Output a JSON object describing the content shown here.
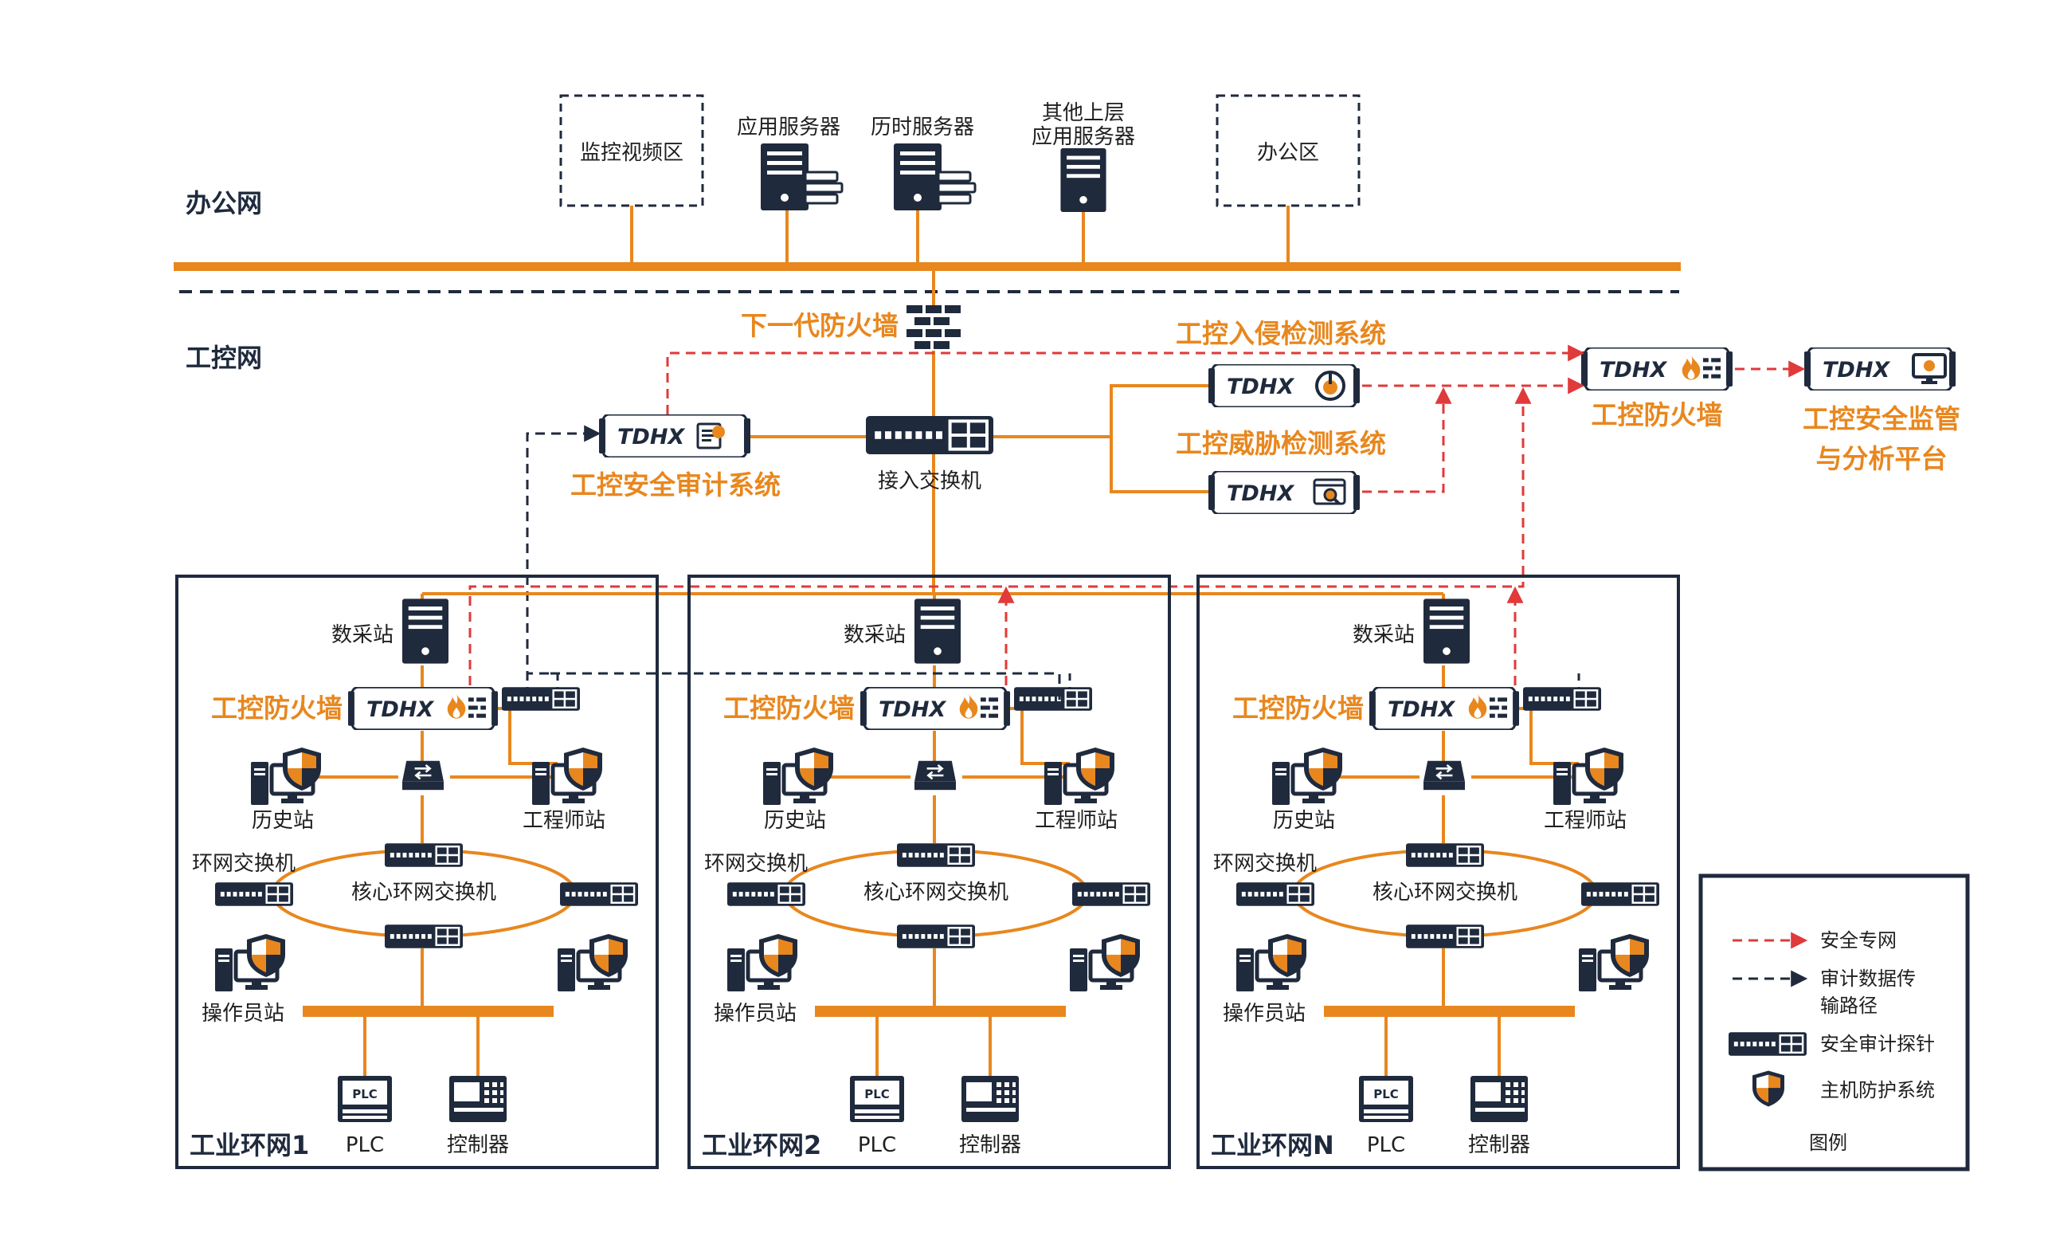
{
  "colors": {
    "orange": "#e8871e",
    "navy": "#1f2a3d",
    "red_dash": "#e03a3a"
  },
  "office": {
    "zone": "办公网",
    "monitor_area": "监控视频区",
    "app_server": "应用服务器",
    "hist_server": "历时服务器",
    "other_line1": "其他上层",
    "other_line2": "应用服务器",
    "office_area": "办公区"
  },
  "ics": {
    "zone": "工控网",
    "ngfw": "下一代防火墙",
    "ids": "工控入侵检测系统",
    "tds": "工控威胁检测系统",
    "audit": "工控安全审计系统",
    "access_switch": "接入交换机",
    "main_fw": "工控防火墙",
    "platform_line1": "工控安全监管",
    "platform_line2": "与分析平台",
    "brand": "TDHX"
  },
  "ring": {
    "data_station": "数采站",
    "firewall": "工控防火墙",
    "history": "历史站",
    "engineer": "工程师站",
    "ring_switch": "环网交换机",
    "core_switch": "核心环网交换机",
    "operator": "操作员站",
    "plc": "PLC",
    "plc_icon": "PLC",
    "controller": "控制器",
    "names": [
      "工业环网1",
      "工业环网2",
      "工业环网N"
    ]
  },
  "legend": {
    "security_net": "安全专网",
    "audit_line1": "审计数据传",
    "audit_line2": "输路径",
    "probe": "安全审计探针",
    "host_protect": "主机防护系统",
    "title": "图例"
  }
}
